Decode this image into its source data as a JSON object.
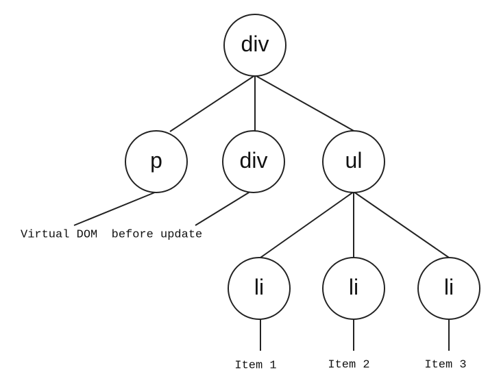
{
  "nodes": {
    "root": "div",
    "p": "p",
    "div_child": "div",
    "ul": "ul",
    "li1": "li",
    "li2": "li",
    "li3": "li"
  },
  "caption": "Virtual DOM  before update",
  "items": {
    "item1": "Item 1",
    "item2": "Item 2",
    "item3": "Item 3"
  }
}
